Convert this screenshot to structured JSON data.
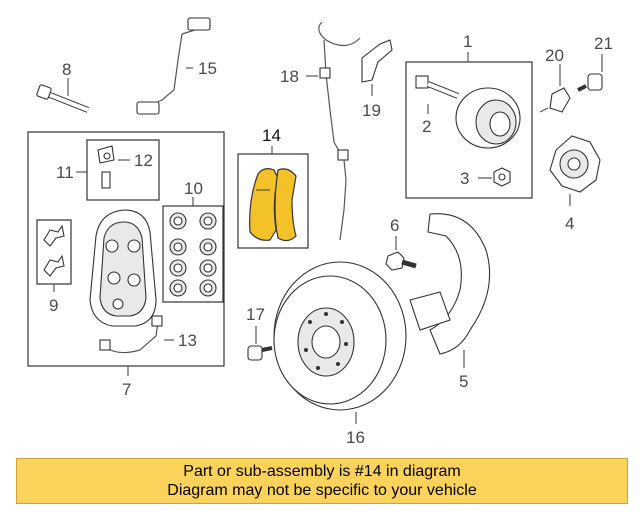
{
  "callouts": {
    "c1": "1",
    "c2": "2",
    "c3": "3",
    "c4": "4",
    "c5": "5",
    "c6": "6",
    "c7": "7",
    "c8": "8",
    "c9": "9",
    "c10": "10",
    "c11": "11",
    "c12": "12",
    "c13": "13",
    "c14": "14",
    "c15": "15",
    "c16": "16",
    "c17": "17",
    "c18": "18",
    "c19": "19",
    "c20": "20",
    "c21": "21"
  },
  "banner": {
    "line1": "Part or sub-assembly is #14 in diagram",
    "line2": "Diagram may not be specific to your vehicle"
  },
  "colors": {
    "highlight": "#f3c229",
    "banner": "#fbd25a"
  }
}
